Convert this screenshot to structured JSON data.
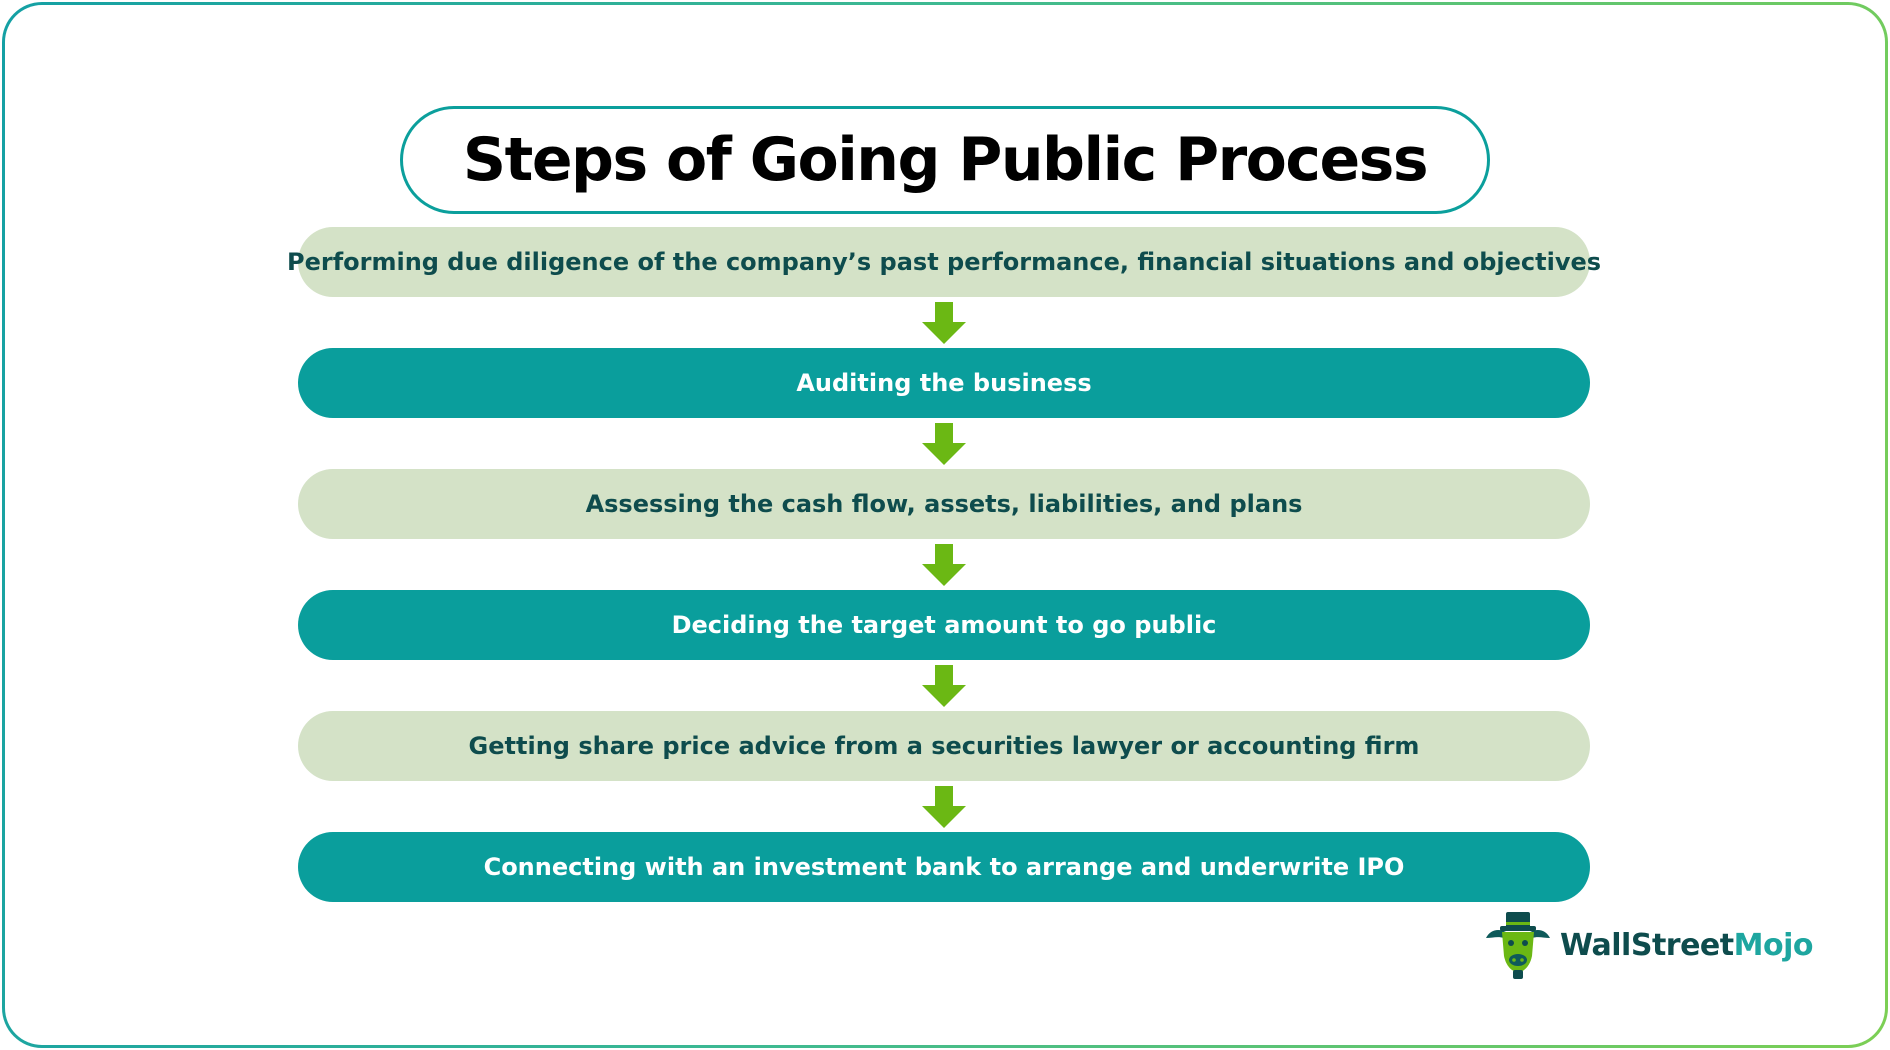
{
  "title": "Steps of Going Public Process",
  "steps": [
    {
      "label": "Performing due diligence of the company’s past  performance, financial situations and objectives",
      "style": "light"
    },
    {
      "label": "Auditing the business",
      "style": "dark"
    },
    {
      "label": "Assessing the cash flow, assets, liabilities, and plans",
      "style": "light"
    },
    {
      "label": "Deciding the target amount to go public",
      "style": "dark"
    },
    {
      "label": "Getting share price advice from a securities lawyer or accounting firm",
      "style": "light"
    },
    {
      "label": "Connecting with an investment bank to arrange and underwrite IPO",
      "style": "dark"
    }
  ],
  "brand": {
    "part1": "WallStreet",
    "part2": "Mojo",
    "icon": "bull-mascot-icon"
  },
  "colors": {
    "frame_start": "#14a0a4",
    "frame_end": "#7ccf54",
    "title_border": "#0b9f9c",
    "step_light_bg": "#d4e2c7",
    "step_light_text": "#0e4c4d",
    "step_dark_bg": "#0a9e9c",
    "step_dark_text": "#ffffff",
    "arrow": "#6bb814"
  }
}
